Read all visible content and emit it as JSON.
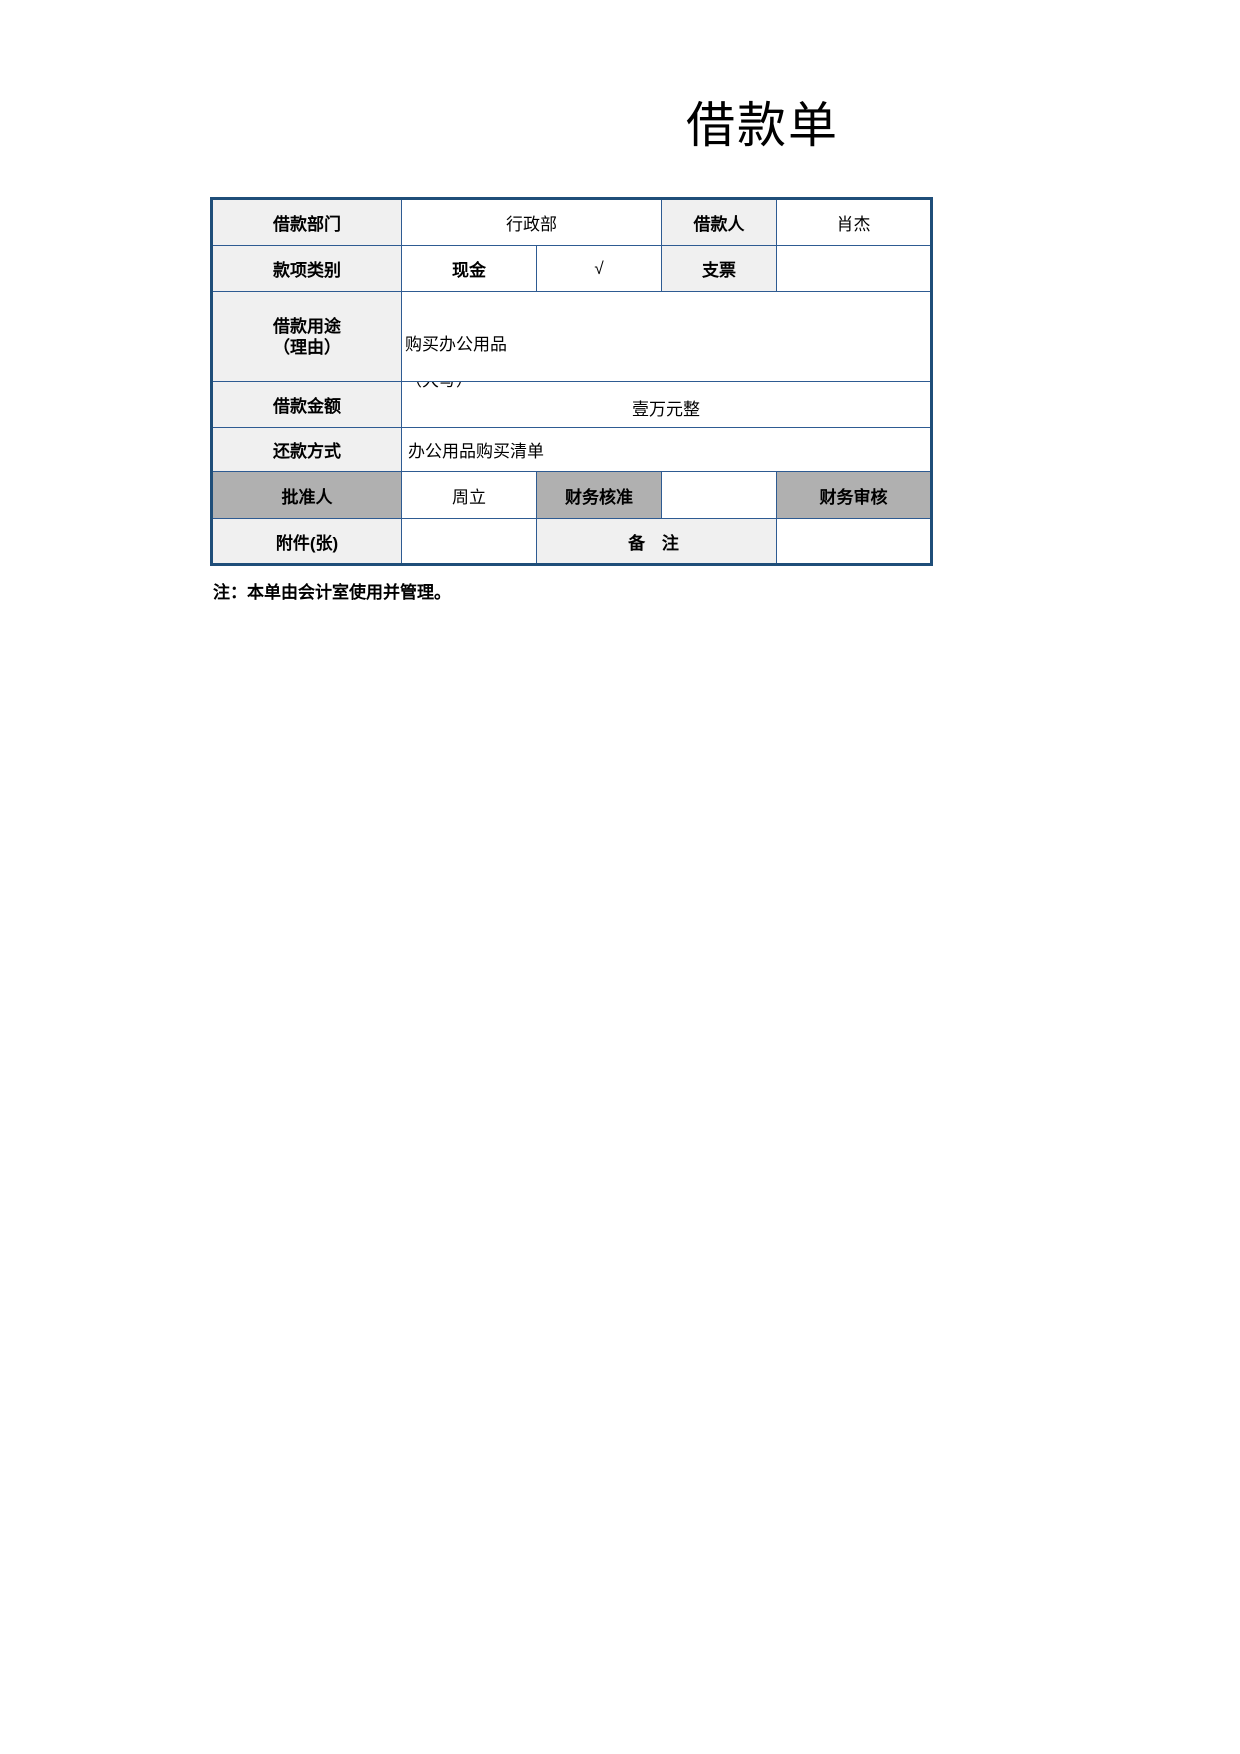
{
  "document": {
    "title": "借款单",
    "footer_note": "注：本单由会计室使用并管理。"
  },
  "form": {
    "rows": {
      "department": {
        "label": "借款部门",
        "value": "行政部",
        "borrower_label": "借款人",
        "borrower_value": "肖杰"
      },
      "payment_type": {
        "label": "款项类别",
        "cash_label": "现金",
        "cash_mark": "√",
        "check_label": "支票",
        "check_mark": ""
      },
      "purpose": {
        "label_line1": "借款用途",
        "label_line2": "（理由）",
        "value": "购买办公用品"
      },
      "amount": {
        "label": "借款金额",
        "daxie_hint": "（大写）",
        "value": "壹万元整"
      },
      "repayment": {
        "label": "还款方式",
        "value": "办公用品购买清单"
      },
      "approval": {
        "approver_label": "批准人",
        "approver_value": "周立",
        "finance_approve_label": "财务核准",
        "finance_approve_value": "",
        "finance_audit_label": "财务审核",
        "finance_audit_value": ""
      },
      "attachment": {
        "label": "附件(张)",
        "value": "",
        "remark_label": "备 注",
        "remark_value": ""
      }
    }
  },
  "colors": {
    "border": "#1f4e79",
    "inner_border": "#2e5b92",
    "label_bg": "#f0f0f0",
    "gray_bg": "#b0b0b0",
    "text": "#000000"
  }
}
